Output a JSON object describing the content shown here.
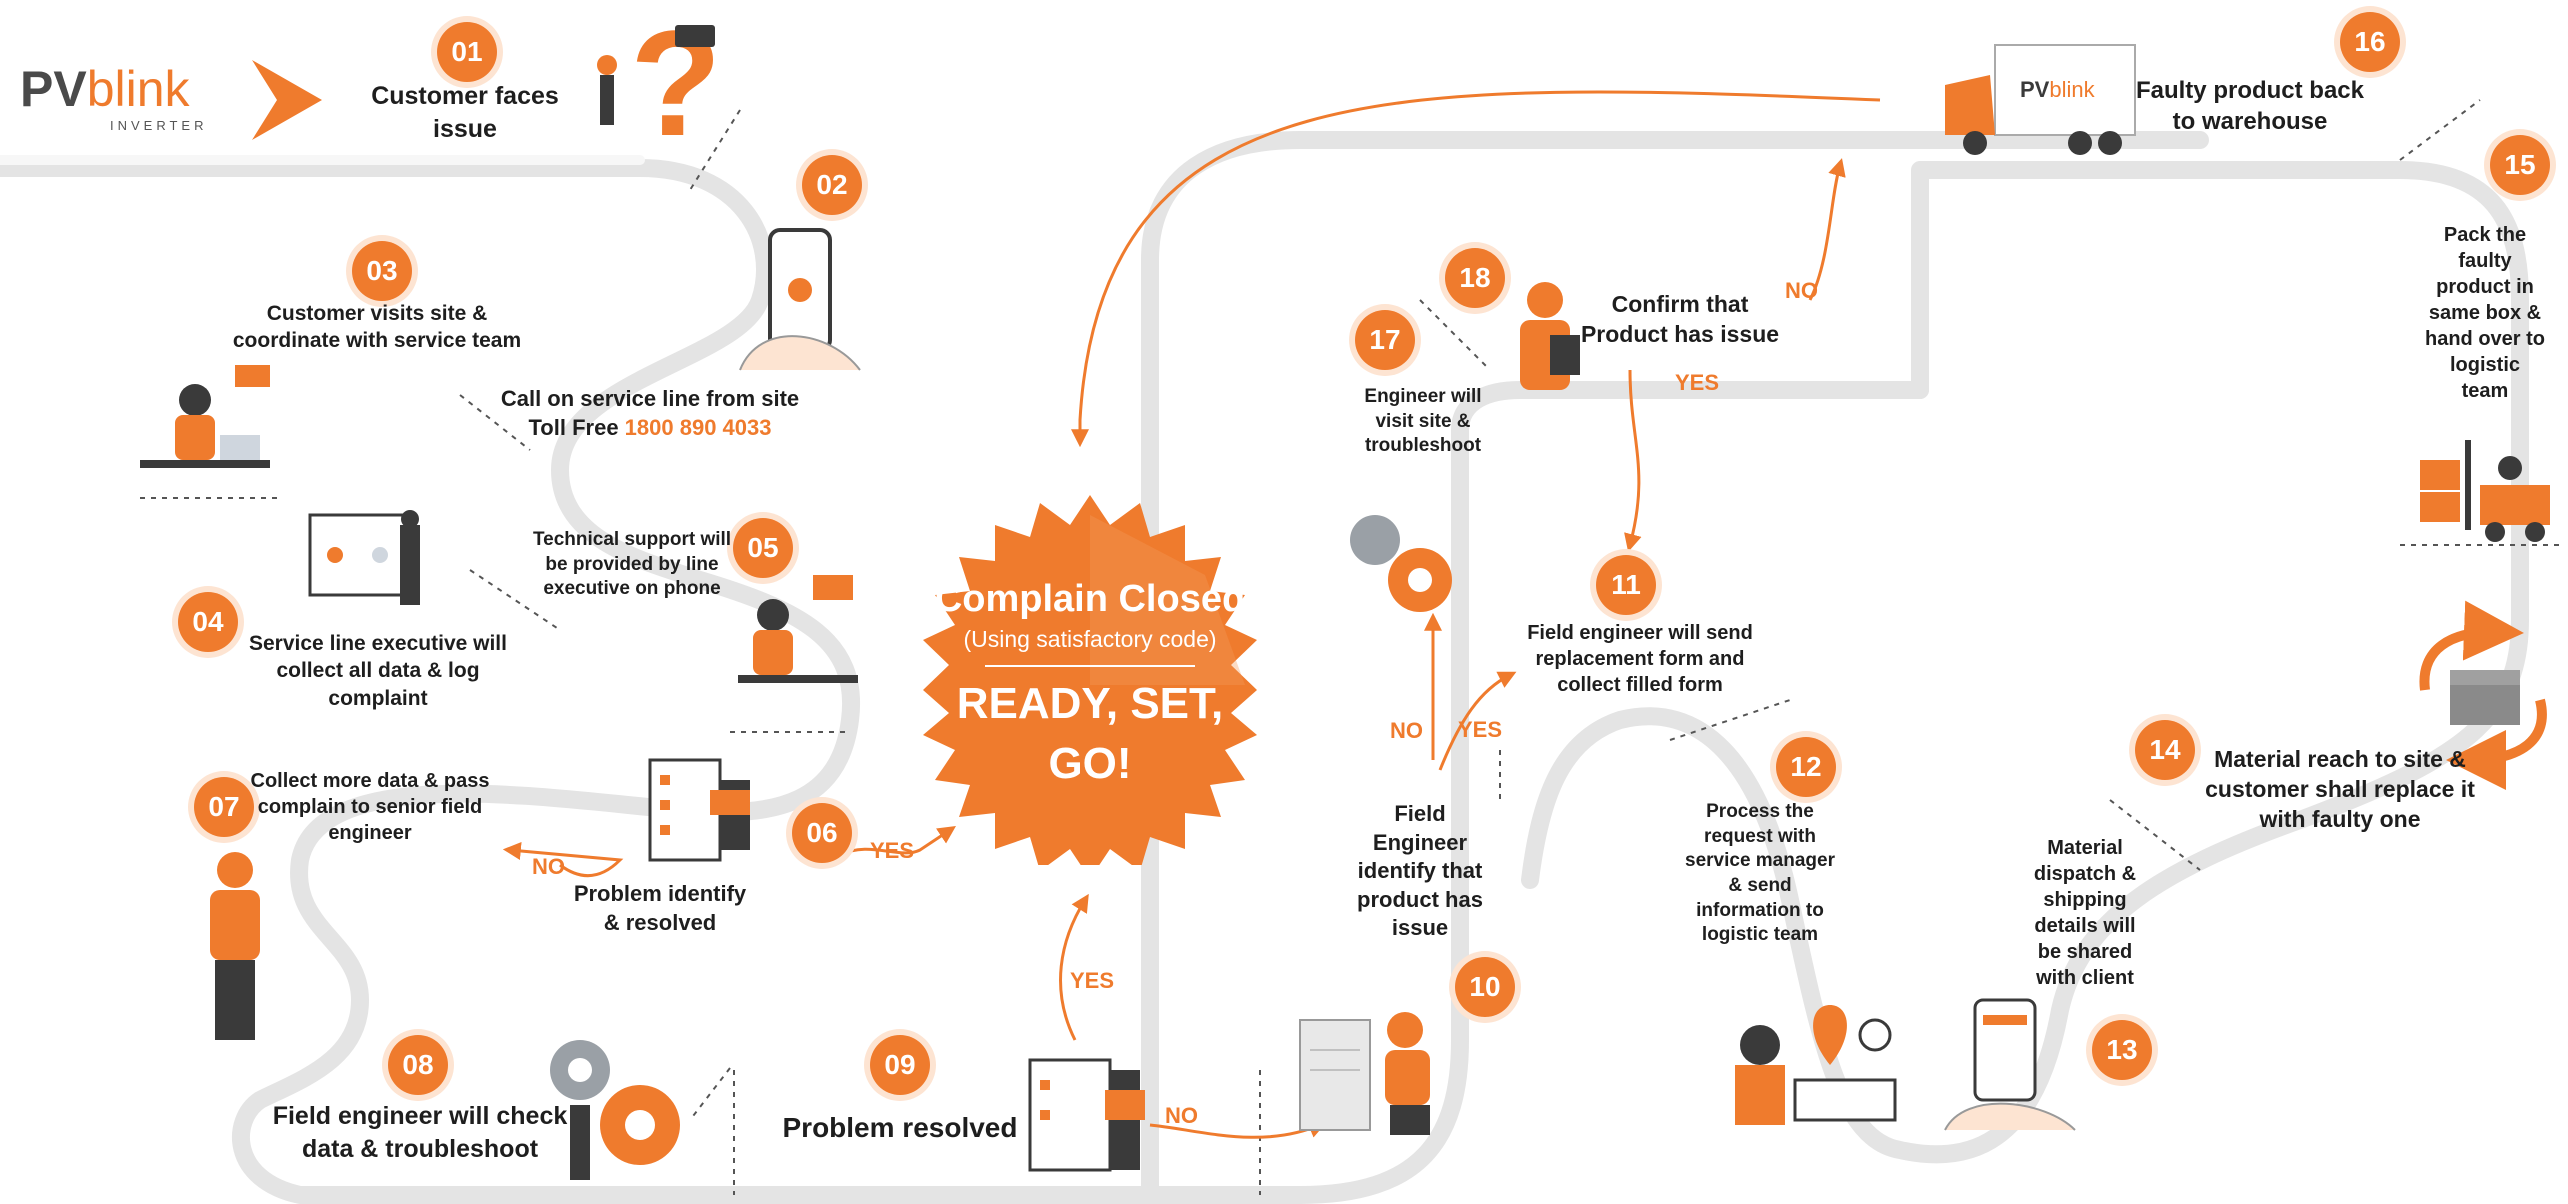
{
  "brand": {
    "logo_text_pv": "PV",
    "logo_text_blink": "blink",
    "logo_sub": "INVERTER",
    "accent": "#ef7b2d",
    "dark": "#3a3a3a"
  },
  "center": {
    "title": "Complain Closed",
    "subtitle": "(Using satisfactory code)",
    "line1": "READY, SET,",
    "line2": "GO!"
  },
  "steps": [
    {
      "n": "01",
      "text": "Customer faces issue"
    },
    {
      "n": "02",
      "text_line1": "Call on service line from site",
      "text_prefix": "Toll Free ",
      "phone": "1800 890 4033"
    },
    {
      "n": "03",
      "text": "Customer visits site & coordinate with service team"
    },
    {
      "n": "04",
      "text": "Service line executive will collect all data & log complaint"
    },
    {
      "n": "05",
      "text": "Technical support will be provided by line executive on phone"
    },
    {
      "n": "06",
      "text": "Problem identify & resolved"
    },
    {
      "n": "07",
      "text": "Collect more data & pass complain to senior field engineer"
    },
    {
      "n": "08",
      "text": "Field engineer will check data & troubleshoot"
    },
    {
      "n": "09",
      "text": "Problem resolved"
    },
    {
      "n": "10",
      "text": "Field Engineer identify that product has issue"
    },
    {
      "n": "11",
      "text": "Field engineer will send replacement form and collect filled form"
    },
    {
      "n": "12",
      "text": "Process the request with service manager & send information to logistic team"
    },
    {
      "n": "13",
      "text": "Material dispatch & shipping details will be shared with client"
    },
    {
      "n": "14",
      "text": "Material reach to site & customer shall replace it with faulty one"
    },
    {
      "n": "15",
      "text": "Pack the faulty product in same box & hand over to logistic team"
    },
    {
      "n": "16",
      "text": "Faulty product back to warehouse"
    },
    {
      "n": "17",
      "text": "Engineer will visit site & troubleshoot"
    },
    {
      "n": "18",
      "text": "Confirm that Product has issue"
    }
  ],
  "labels": {
    "yes": "YES",
    "no": "NO"
  },
  "icons": [
    "question-mark-icon",
    "phone-icon",
    "support-agent-icon",
    "presentation-icon",
    "checklist-icon",
    "engineer-icon",
    "gears-icon",
    "repair-icon",
    "delivery-truck-icon",
    "forklift-icon",
    "box-icon",
    "location-pin-icon"
  ]
}
